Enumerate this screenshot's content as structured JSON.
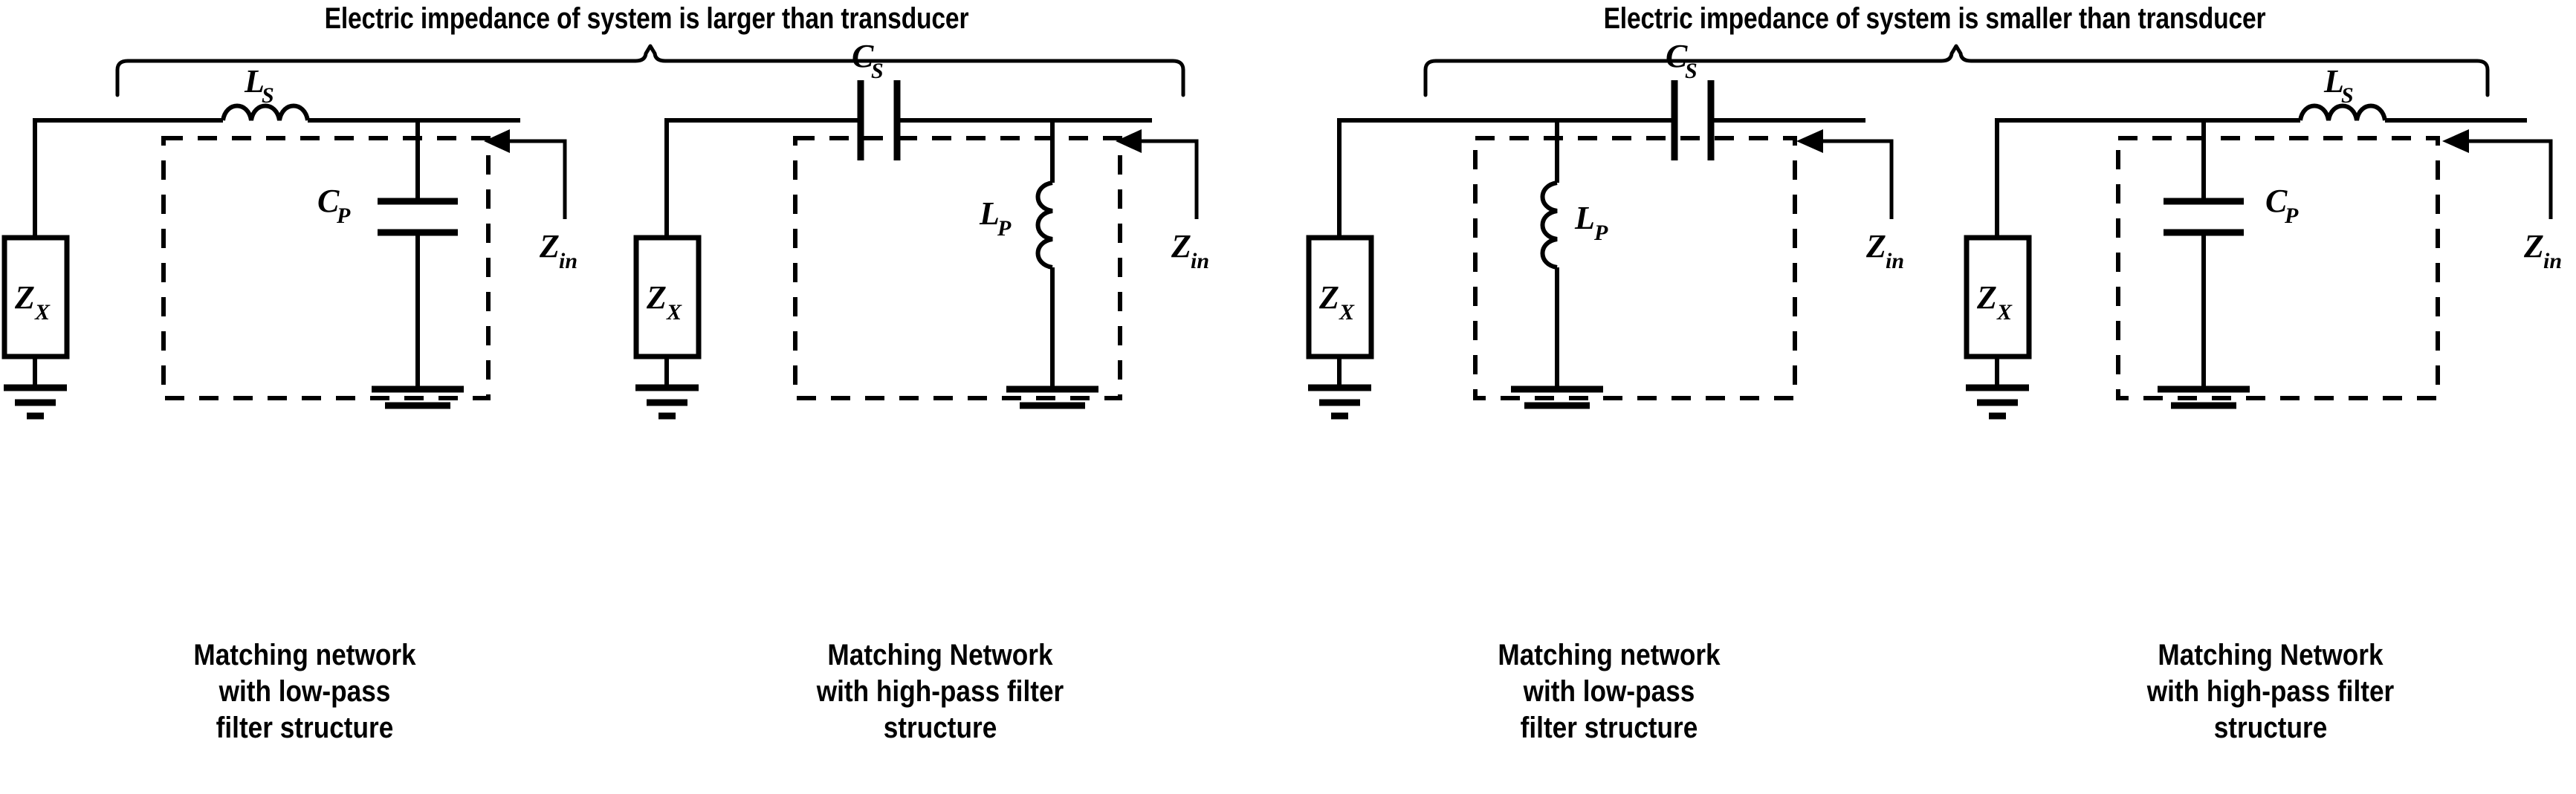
{
  "groups": [
    {
      "id": "left",
      "title": "Electric impedance of system is larger than transducer",
      "brace_name": "group-brace-left"
    },
    {
      "id": "right",
      "title": "Electric impedance of system is smaller than transducer",
      "brace_name": "group-brace-right"
    }
  ],
  "circuits": [
    {
      "id": "circuit-1",
      "topology": "low-pass",
      "source_label": "Z",
      "source_sub": "X",
      "series_label": "L",
      "series_sub": "S",
      "series_type": "inductor",
      "shunt_label": "C",
      "shunt_sub": "P",
      "shunt_type": "capacitor",
      "shunt_position": "after-series",
      "input_label": "Z",
      "input_sub": "in",
      "caption": [
        "Matching network",
        "with low-pass",
        "filter structure"
      ]
    },
    {
      "id": "circuit-2",
      "topology": "high-pass",
      "source_label": "Z",
      "source_sub": "X",
      "series_label": "C",
      "series_sub": "S",
      "series_type": "capacitor",
      "shunt_label": "L",
      "shunt_sub": "P",
      "shunt_type": "inductor",
      "shunt_position": "after-series",
      "input_label": "Z",
      "input_sub": "in",
      "caption": [
        "Matching Network",
        "with high-pass filter",
        "structure"
      ]
    },
    {
      "id": "circuit-3",
      "topology": "low-pass",
      "source_label": "Z",
      "source_sub": "X",
      "series_label": "C",
      "series_sub": "S",
      "series_type": "capacitor",
      "shunt_label": "L",
      "shunt_sub": "P",
      "shunt_type": "inductor",
      "shunt_position": "before-series",
      "input_label": "Z",
      "input_sub": "in",
      "caption": [
        "Matching network",
        "with low-pass",
        "filter structure"
      ]
    },
    {
      "id": "circuit-4",
      "topology": "high-pass",
      "source_label": "Z",
      "source_sub": "X",
      "series_label": "L",
      "series_sub": "S",
      "series_type": "inductor",
      "shunt_label": "C",
      "shunt_sub": "P",
      "shunt_type": "capacitor",
      "shunt_position": "before-series",
      "input_label": "Z",
      "input_sub": "in",
      "caption": [
        "Matching Network",
        "with high-pass filter",
        "structure"
      ]
    }
  ],
  "colors": {
    "ink": "#000000",
    "background": "#ffffff"
  }
}
